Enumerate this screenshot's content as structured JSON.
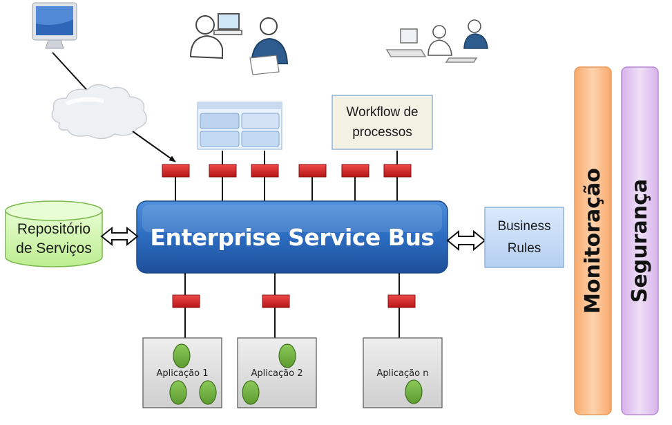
{
  "esb": {
    "title": "Enterprise Service Bus"
  },
  "repository": {
    "label": "Repositório\nde Serviços"
  },
  "workflow": {
    "label": "Workflow de\nprocessos"
  },
  "business_rules": {
    "label": "Business\nRules"
  },
  "applications": [
    {
      "label": "Aplicação  1"
    },
    {
      "label": "Aplicação  2"
    },
    {
      "label": "Aplicação  n"
    }
  ],
  "side_bars": {
    "monitoring": "Monitoração",
    "security": "Segurança"
  },
  "colors": {
    "esb_blue": "#2f6fc0",
    "connector_red": "#d92b2b",
    "repository_green": "#ccf5a6",
    "workflow_beige": "#f3f1e4",
    "business_rules_blue": "#c7ddf7",
    "monitoring_orange": "#fcc597",
    "security_purple": "#e6cdf2",
    "app_gray": "#dcdcdc",
    "app_ellipse_green": "#7ab648"
  }
}
